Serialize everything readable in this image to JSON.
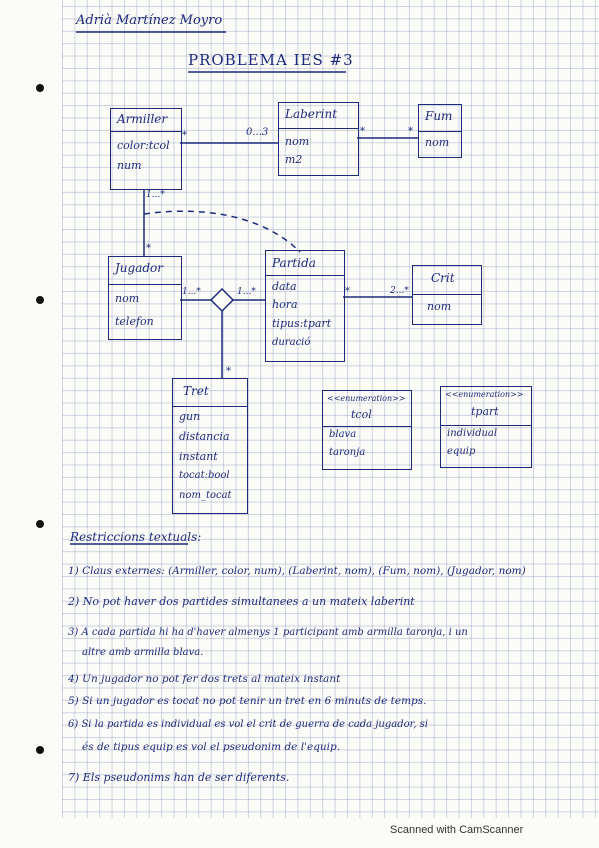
{
  "header": {
    "author": "Adrià Martínez Moyro",
    "title": "PROBLEMA IES #3"
  },
  "classes": {
    "armiller": {
      "name": "Armiller",
      "attrs": [
        "color:tcol",
        "num"
      ]
    },
    "laberint": {
      "name": "Laberint",
      "attrs": [
        "nom",
        "m2"
      ]
    },
    "fum": {
      "name": "Fum",
      "attrs": [
        "nom"
      ]
    },
    "jugador": {
      "name": "Jugador",
      "attrs": [
        "nom",
        "telefon"
      ]
    },
    "partida": {
      "name": "Partida",
      "attrs": [
        "data",
        "hora",
        "tipus:tpart",
        "duració"
      ]
    },
    "crit": {
      "name": "Crit",
      "attrs": [
        "nom"
      ]
    },
    "tret": {
      "name": "Tret",
      "attrs": [
        "gun",
        "distancia",
        "instant",
        "tocat:bool",
        "nom_tocat"
      ]
    }
  },
  "enums": {
    "tcol": {
      "stereotype": "<<enumeration>>",
      "name": "tcol",
      "values": [
        "blava",
        "taronja"
      ]
    },
    "tpart": {
      "stereotype": "<<enumeration>>",
      "name": "tpart",
      "values": [
        "individual",
        "equip"
      ]
    }
  },
  "multiplicities": {
    "armiller_laberint_a": "*",
    "armiller_laberint_b": "0...3",
    "laberint_fum_a": "*",
    "laberint_fum_b": "*",
    "armiller_jugador_a": "1...*",
    "armiller_jugador_b": "*",
    "jugador_assoc": "1...*",
    "partida_assoc": "1...*",
    "tret_assoc": "*",
    "partida_crit_a": "*",
    "partida_crit_b": "2...*"
  },
  "restrictions": {
    "heading": "Restriccions textuals:",
    "items": [
      "1) Claus externes: (Armiller, color, num), (Laberint, nom), (Fum, nom), (Jugador, nom)",
      "2) No pot haver dos partides simultanees a un mateix laberint",
      "3) A cada partida hi ha d'haver almenys 1 participant amb armilla taronja, i un",
      "altre amb armilla blava.",
      "4) Un jugador no pot fer dos trets al mateix instant",
      "5) Si un jugador es tocat no pot tenir un tret en 6 minuts de temps.",
      "6) Si la partida es individual es vol el crit de guerra de cada jugador, si",
      "és de tipus equip es vol el pseudonim de l'equip.",
      "7) Els pseudonims han de ser diferents."
    ]
  },
  "footer": "Scanned with CamScanner"
}
